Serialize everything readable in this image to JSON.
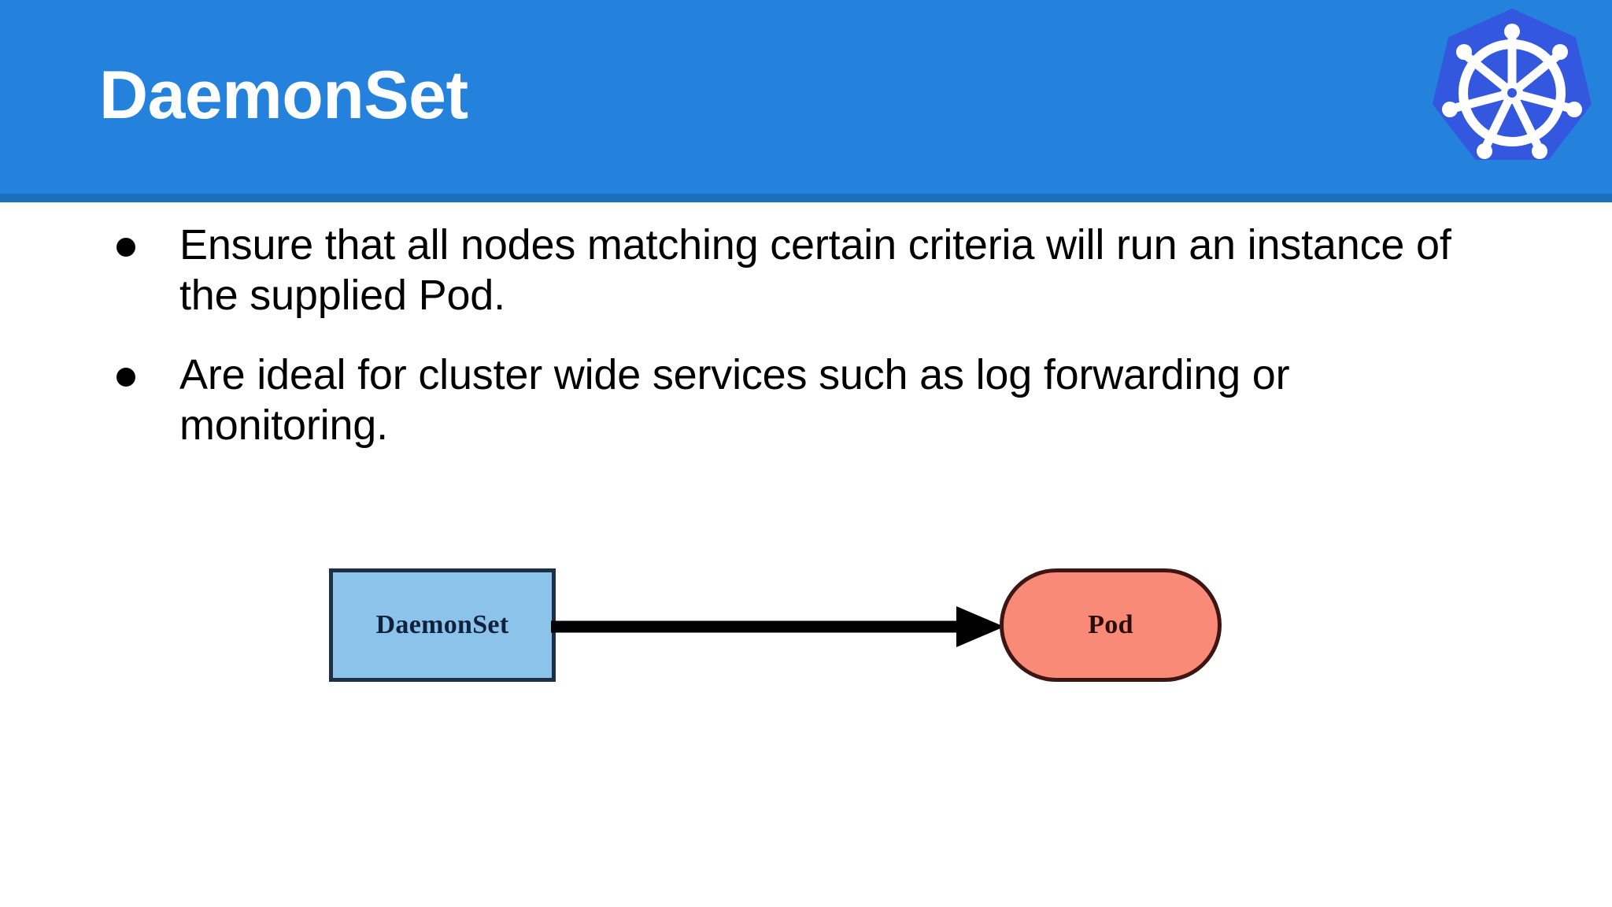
{
  "slide": {
    "title": "DaemonSet",
    "header_color": "#2481dc",
    "header_stripe_color": "#1c6fbb",
    "title_color": "#ffffff",
    "background_color": "#ffffff"
  },
  "logo": {
    "name": "kubernetes-logo",
    "heptagon_color": "#3457e0",
    "wheel_color": "#ffffff"
  },
  "bullets": [
    {
      "text": "Ensure that all nodes matching certain criteria will run an instance of the supplied Pod."
    },
    {
      "text": "Are ideal for cluster wide services such as log forwarding or monitoring."
    }
  ],
  "diagram": {
    "nodes": [
      {
        "id": "daemonset",
        "label": "DaemonSet",
        "shape": "rectangle",
        "fill": "#8cc3ea",
        "stroke": "#1d2f47"
      },
      {
        "id": "pod",
        "label": "Pod",
        "shape": "stadium",
        "fill": "#f98a77",
        "stroke": "#3d1512"
      }
    ],
    "edges": [
      {
        "from": "daemonset",
        "to": "pod",
        "label": "",
        "style": "solid-arrow",
        "color": "#000000"
      }
    ]
  }
}
